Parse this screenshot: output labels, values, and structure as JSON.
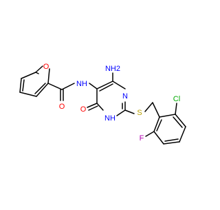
{
  "molecule": {
    "atoms": {
      "furan_o": "O",
      "amide_o": "O",
      "amide_nh": "NH",
      "amino": "NH2",
      "ring_n": "N",
      "ring_nh": "NH",
      "keto_o": "O",
      "sulfur": "S",
      "chlorine": "Cl",
      "fluorine": "F"
    },
    "colors": {
      "bond": "#000000",
      "nitrogen": "#0000ff",
      "oxygen": "#ff0000",
      "sulfur": "#b8a000",
      "chlorine": "#00aa00",
      "fluorine": "#b000b0"
    }
  }
}
